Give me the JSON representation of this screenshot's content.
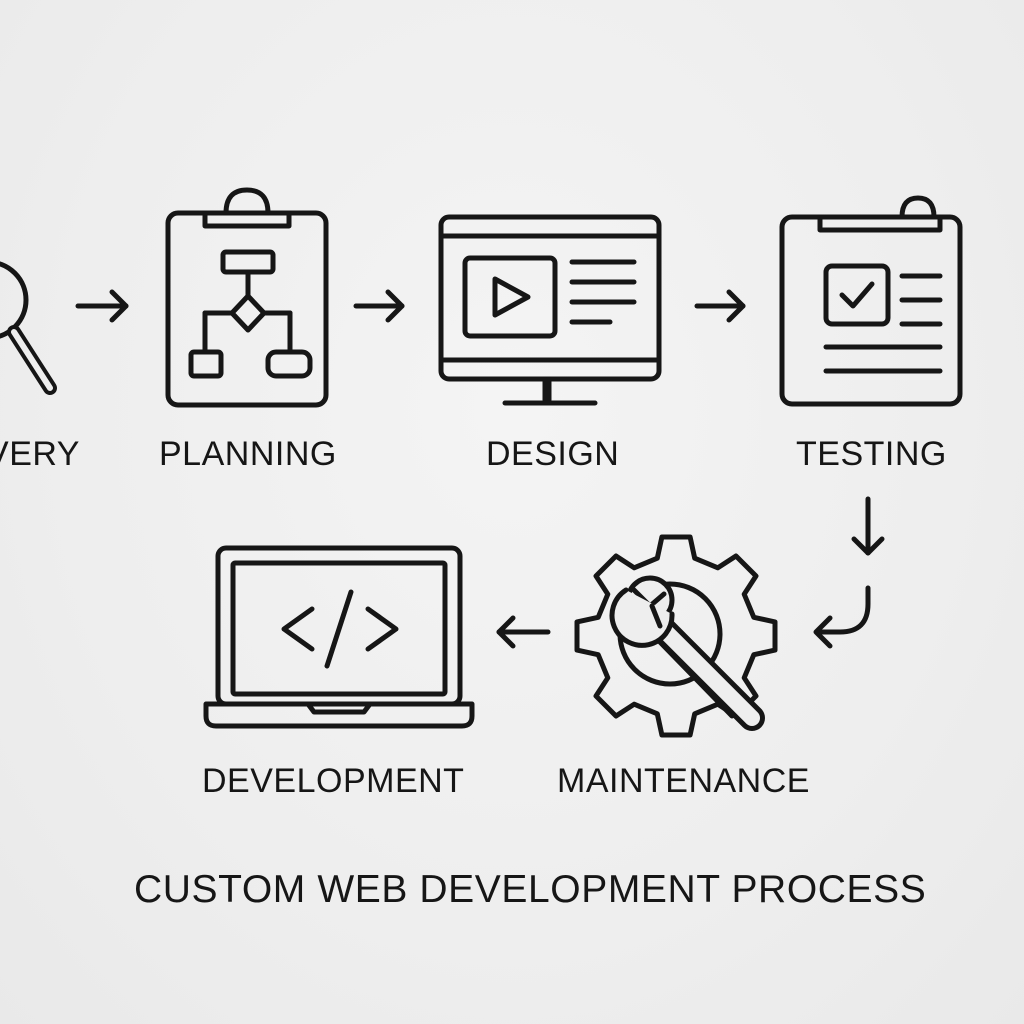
{
  "title": "CUSTOM WEB DEVELOPMENT PROCESS",
  "steps": {
    "discovery": {
      "label": "VERY",
      "icon": "magnifier-icon"
    },
    "planning": {
      "label": "PLANNING",
      "icon": "clipboard-flowchart-icon"
    },
    "design": {
      "label": "DESIGN",
      "icon": "monitor-layout-icon"
    },
    "testing": {
      "label": "TESTING",
      "icon": "clipboard-check-icon"
    },
    "maintenance": {
      "label": "MAINTENANCE",
      "icon": "gear-wrench-icon"
    },
    "development": {
      "label": "DEVELOPMENT",
      "icon": "laptop-code-icon"
    }
  },
  "flow": [
    "discovery",
    "planning",
    "design",
    "testing",
    "maintenance",
    "development"
  ],
  "colors": {
    "stroke": "#161616",
    "background": "#eeeeee"
  }
}
